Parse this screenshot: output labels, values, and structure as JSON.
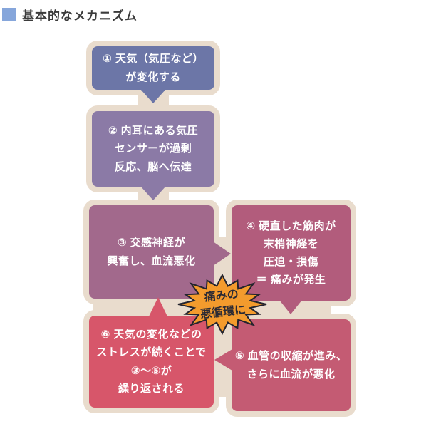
{
  "title": {
    "label": "基本的なメカニズム"
  },
  "colors": {
    "title_marker": "#86a6db",
    "frame_cream": "#e9dccd",
    "step1": "#6c76a7",
    "step2": "#8b7aa6",
    "step3": "#a2698c",
    "step4": "#b25c7c",
    "step5": "#c45b73",
    "step6": "#d7566a",
    "starburst_fill": "#f39b2d",
    "starburst_outline": "#24242e",
    "box_text": "#ffffff"
  },
  "flow": {
    "step1": {
      "lines": [
        "① 天気（気圧など）",
        "が変化する"
      ]
    },
    "step2": {
      "lines": [
        "② 内耳にある気圧",
        "センサーが過剰",
        "反応、脳へ伝達"
      ]
    },
    "step3": {
      "lines": [
        "③ 交感神経が",
        "興奮し、血流悪化"
      ]
    },
    "step4": {
      "lines": [
        "④ 硬直した筋肉が",
        "末梢神経を",
        "圧迫・損傷",
        "＝ 痛みが発生"
      ]
    },
    "step5": {
      "lines": [
        "⑤ 血管の収縮が進み、",
        "さらに血流が悪化"
      ]
    },
    "step6": {
      "lines": [
        "⑥ 天気の変化などの",
        "ストレスが続くことで",
        "③〜⑤が",
        "繰り返される"
      ]
    },
    "starburst": {
      "lines": [
        "痛みの",
        "悪循環に"
      ]
    }
  }
}
